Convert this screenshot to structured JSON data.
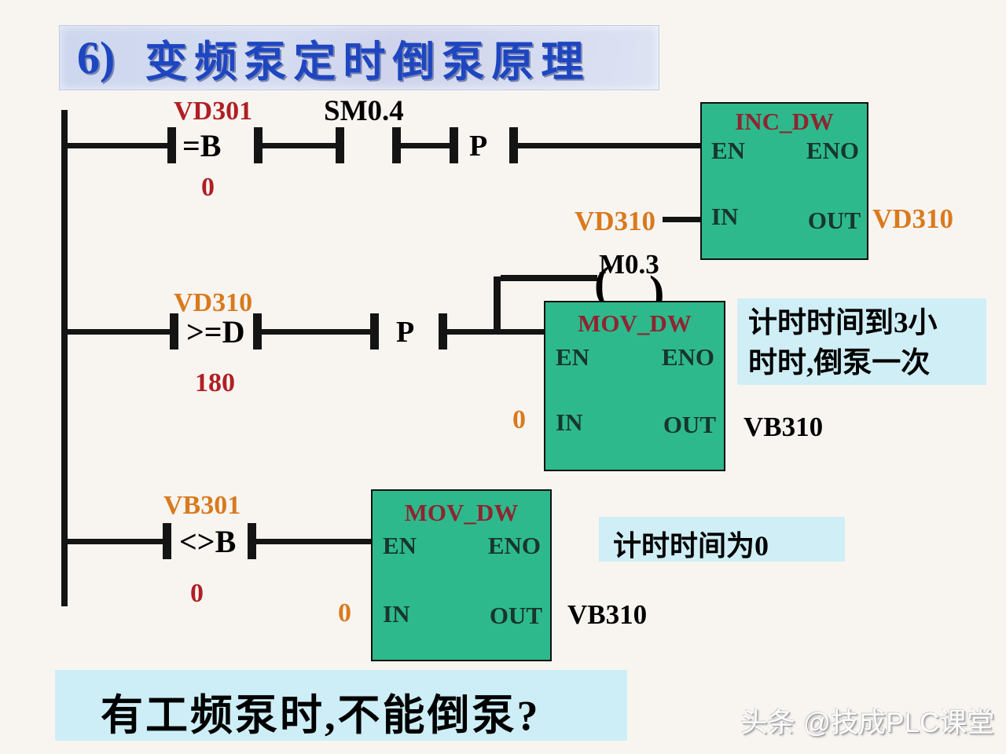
{
  "slide": {
    "title_number": "6)",
    "title_text": "变频泵定时倒泵原理",
    "question": "有工频泵时,不能倒泵?",
    "watermark": "头条 @技成PLC课堂"
  },
  "rung1": {
    "compare_operand": "VD301",
    "compare_operator": "=B",
    "compare_value": "0",
    "contact_label": "SM0.4",
    "edge_operator": "P",
    "block": {
      "title": "INC_DW",
      "pin_en": "EN",
      "pin_eno": "ENO",
      "pin_in": "IN",
      "pin_out": "OUT",
      "in_operand": "VD310",
      "out_operand": "VD310"
    }
  },
  "rung2": {
    "compare_operand": "VD310",
    "compare_operator": ">=D",
    "compare_value": "180",
    "edge_operator": "P",
    "coil_label": "M0.3",
    "coil_open": "(",
    "coil_close": ")",
    "block": {
      "title": "MOV_DW",
      "pin_en": "EN",
      "pin_eno": "ENO",
      "pin_in": "IN",
      "pin_out": "OUT",
      "in_operand": "0",
      "out_operand": "VB310"
    },
    "note_line1": "计时时间到3小",
    "note_line2": "时时,倒泵一次"
  },
  "rung3": {
    "compare_operand": "VB301",
    "compare_operator": "<>B",
    "compare_value": "0",
    "block": {
      "title": "MOV_DW",
      "pin_en": "EN",
      "pin_eno": "ENO",
      "pin_in": "IN",
      "pin_out": "OUT",
      "in_operand": "0",
      "out_operand": "VB310"
    },
    "note": "计时时间为0"
  },
  "colors": {
    "block_fill": "#2eb98c",
    "block_title_red": "#8e2531",
    "operand_orange": "#d97a1e",
    "operand_red": "#b01f24",
    "title_blue": "#1e46c0",
    "note_bg": "#cfeef6",
    "titlebar_bg": "#cfd9ef"
  }
}
